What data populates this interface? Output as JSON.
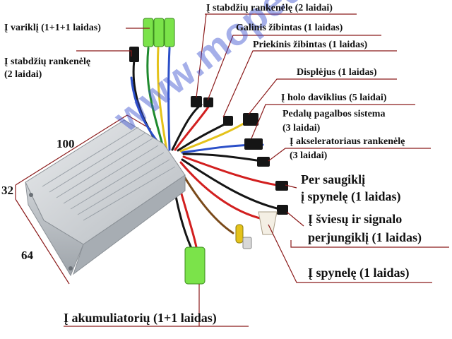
{
  "labels": {
    "brake_left": "Į stabdžių rankenėlę",
    "brake_left_2": "(2 laidai)",
    "motor": "Į variklį (1+1+1 laidas)",
    "brake_top": "Į stabdžių rankenėlę (2 laidai)",
    "rear_light": "Galinis žibintas (1 laidas)",
    "front_light": "Priekinis žibintas (1 laidas)",
    "display": "Displėjus (1 laidas)",
    "hall": "Į holo daviklius (5 laidai)",
    "pas_1": "Pedalų pagalbos sistema",
    "pas_2": "(3 laidai)",
    "throttle_1": "Į akseleratoriaus rankenėlę",
    "throttle_2": "(3 laidai)",
    "fuse_1": "Per saugiklį",
    "fuse_2": "į spynelę (1 laidas)",
    "switch_1": "Į šviesų ir signalo",
    "switch_2": "perjungiklį (1 laidas)",
    "lock": "Į spynelę (1 laidas)",
    "battery": "Į akumuliatorių (1+1 laidas)"
  },
  "dimensions": {
    "length": "100",
    "height": "32",
    "width": "64"
  },
  "watermark": "www.moped.lt",
  "colors": {
    "line": "#8b1a1a",
    "casing": "#c9cdd1",
    "wire_red": "#d21f1f",
    "wire_black": "#151515",
    "connector_green": "#7be34a"
  }
}
